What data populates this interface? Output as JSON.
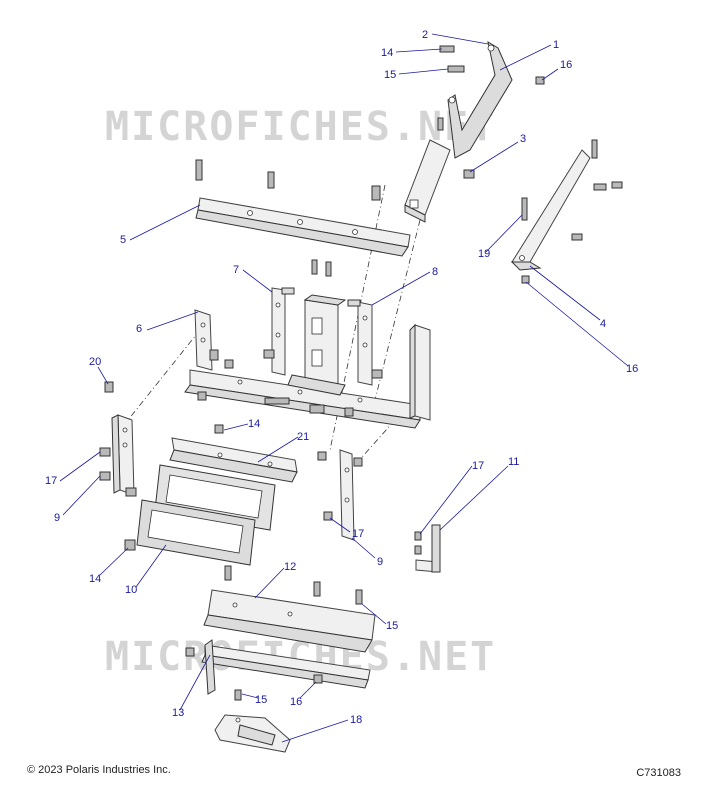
{
  "watermark": "MICROFICHES.NET",
  "copyright": "© 2023 Polaris Industries Inc.",
  "drawing_id": "C731083",
  "callouts": {
    "c1": "1",
    "c2": "2",
    "c3": "3",
    "c4": "4",
    "c5": "5",
    "c6": "6",
    "c7": "7",
    "c8": "8",
    "c9a": "9",
    "c9b": "9",
    "c10": "10",
    "c11": "11",
    "c12": "12",
    "c13": "13",
    "c14a": "14",
    "c14b": "14",
    "c14c": "14",
    "c15a": "15",
    "c15b": "15",
    "c15c": "15",
    "c16a": "16",
    "c16b": "16",
    "c16c": "16",
    "c17a": "17",
    "c17b": "17",
    "c17c": "17",
    "c18": "18",
    "c19": "19",
    "c20": "20",
    "c21": "21"
  },
  "colors": {
    "callout": "#1a1aa0",
    "watermark": "#d4d4d4",
    "line": "#333333"
  }
}
